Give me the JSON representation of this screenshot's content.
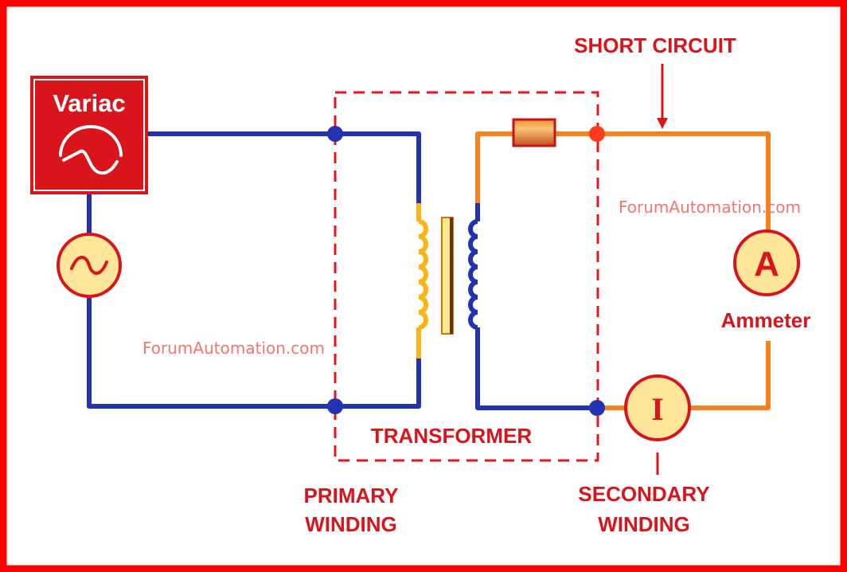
{
  "diagram": {
    "variac_label": "Variac",
    "short_circuit_label": "SHORT CIRCUIT",
    "transformer_label": "TRANSFORMER",
    "primary_label_line1": "PRIMARY",
    "primary_label_line2": "WINDING",
    "secondary_label_line1": "SECONDARY",
    "secondary_label_line2": "WINDING",
    "ammeter_label": "Ammeter",
    "ammeter_symbol": "A",
    "current_symbol": "I",
    "watermark_1": "ForumAutomation.com",
    "watermark_2": "ForumAutomation.com"
  },
  "colors": {
    "frame": "#ff0000",
    "label_red": "#d9141b",
    "primary_wire": "#2232b0",
    "secondary_wire": "#f5821f",
    "primary_coil": "#fbb316",
    "meter_fill": "#fde69a",
    "watermark": "#f2766f"
  }
}
